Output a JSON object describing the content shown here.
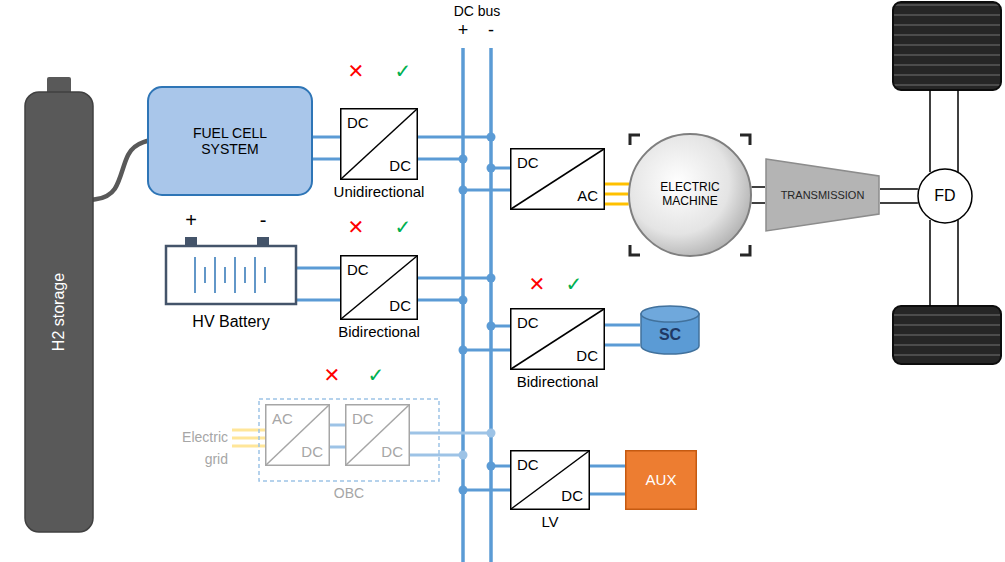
{
  "diagram": {
    "nodes": [
      {
        "text": [
          "H2 storage"
        ]
      },
      {
        "text": [
          "FUEL CELL SYSTEM"
        ]
      },
      {
        "text": [
          "DC",
          "DC",
          "Unidirectional"
        ]
      },
      {
        "text": [
          "DC",
          "AC"
        ]
      },
      {
        "text": [
          "ELECTRIC MACHINE"
        ]
      },
      {
        "text": [
          "TRANSMISSION"
        ]
      },
      {
        "text": [
          "FD"
        ]
      },
      {
        "text": [
          "+",
          "-",
          "HV Battery"
        ]
      },
      {
        "text": [
          "DC",
          "DC",
          "Bidirectional"
        ]
      },
      {
        "text": [
          "DC",
          "DC",
          "Bidirectional"
        ]
      },
      {
        "text": [
          "SC"
        ]
      },
      {
        "text": [
          "OBC"
        ]
      },
      {
        "text": [
          "AC",
          "DC"
        ],
        "in": 11
      },
      {
        "text": [
          "DC",
          "DC"
        ],
        "in": 11
      },
      {
        "text": [
          "DC",
          "DC",
          "LV"
        ]
      },
      {
        "text": [
          "AUX"
        ]
      }
    ],
    "edges": [
      {
        "from": 0,
        "to": 1,
        "arrow": "none"
      },
      {
        "from": 1,
        "to": 2,
        "arrow": "none"
      },
      {
        "from": 3,
        "to": 4,
        "arrow": "none"
      },
      {
        "from": 4,
        "to": 5,
        "arrow": "none"
      },
      {
        "from": 5,
        "to": 6,
        "arrow": "none"
      },
      {
        "from": 7,
        "to": 8,
        "arrow": "none"
      },
      {
        "from": 9,
        "to": 10,
        "arrow": "none"
      },
      {
        "from": 12,
        "to": 13,
        "arrow": "none"
      },
      {
        "from": 14,
        "to": 15,
        "arrow": "none"
      }
    ],
    "labels": [
      "DC bus",
      "+",
      "-",
      "✕",
      "✓",
      "✕",
      "✓",
      "✕",
      "✓",
      "✕",
      "✓",
      "Electric grid"
    ]
  }
}
